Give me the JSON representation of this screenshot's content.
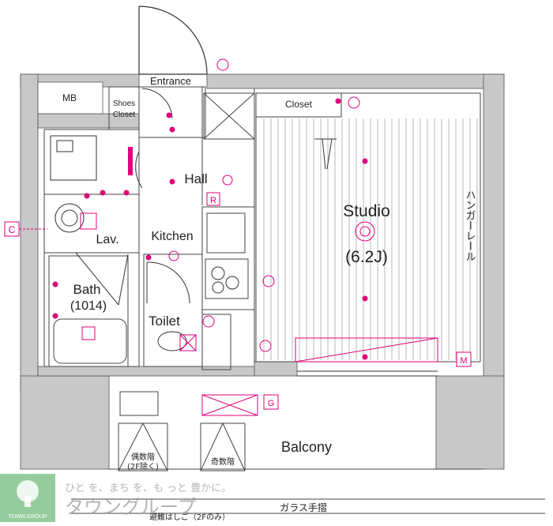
{
  "colors": {
    "wall": "#c8c8c8",
    "line": "#333333",
    "accent": "#e0007a",
    "logo_green": "#3fa34d",
    "logo_gray": "#9aa09c"
  },
  "rooms": {
    "entrance": "Entrance",
    "mb": "MB",
    "shoes_closet_1": "Shoes",
    "shoes_closet_2": "Closet",
    "closet": "Closet",
    "hall": "Hall",
    "kitchen": "Kitchen",
    "lav": "Lav.",
    "bath": "Bath",
    "bath_size": "(1014)",
    "toilet": "Toilet",
    "studio": "Studio",
    "studio_size": "(6.2J)",
    "balcony": "Balcony"
  },
  "markers": {
    "c": "C",
    "r": "R",
    "g": "G",
    "m": "M"
  },
  "jp_labels": {
    "hanger_rail": "ハンガーレール",
    "glass_rail": "ガラス手摺",
    "hatch_1": "偶数階",
    "hatch_2": "(2F除く)",
    "odd_floors": "奇数階",
    "ladder": "避難はしご（2Fのみ）"
  },
  "brand": {
    "slogan": "ひと を、まち を、も っと 豊かに。",
    "name": "タウングループ",
    "logo_text": "TOWN GROUP"
  }
}
